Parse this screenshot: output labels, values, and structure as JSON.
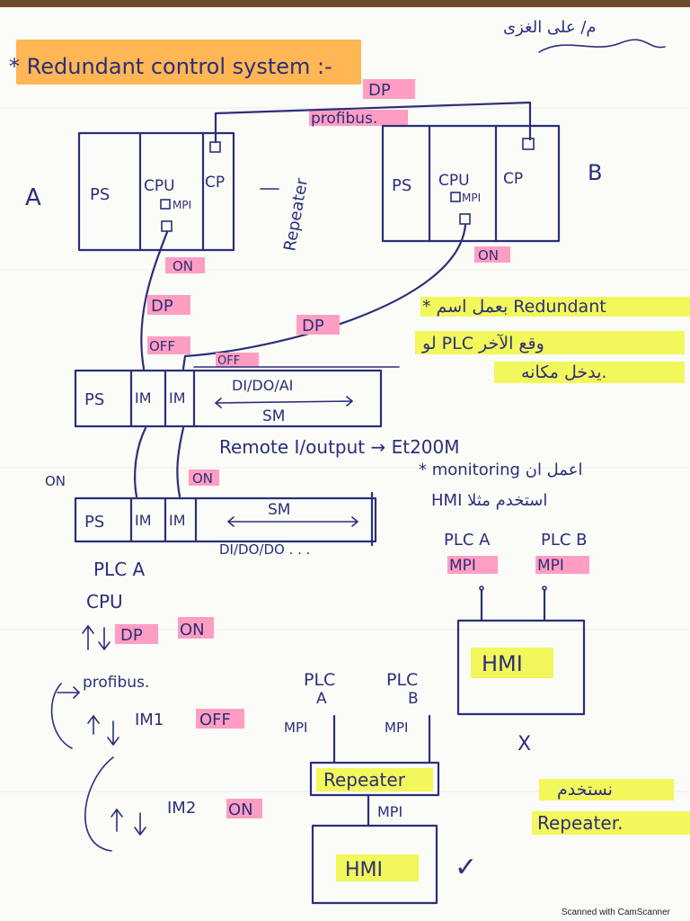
{
  "signature": "م/ على الغزى",
  "title": "* Redundant control system :-",
  "plc_a": {
    "side_label": "A",
    "ps": "PS",
    "cpu": "CPU",
    "cpu_port": "MPI",
    "cp": "CP",
    "status": "ON"
  },
  "plc_b": {
    "side_label": "B",
    "ps": "PS",
    "cpu": "CPU",
    "cpu_port": "MPI",
    "cp": "CP",
    "status": "ON"
  },
  "profibus_link": {
    "tag": "DP",
    "label": "profibus."
  },
  "repeater_vertical": "Repeater",
  "links": {
    "dp_left": "DP",
    "dp_right": "DP",
    "off_left": "OFF",
    "off_right": "OFF",
    "on_mid": "ON",
    "on_left": "ON"
  },
  "rack1": {
    "ps": "PS",
    "im1": "IM",
    "im2": "IM",
    "sm_label": "DI/DO/AI",
    "sm": "SM"
  },
  "rack2": {
    "ps": "PS",
    "im1": "IM",
    "im2": "IM",
    "sm": "SM",
    "under": "DI/DO/DO . . ."
  },
  "remote_io": "Remote I/output → Et200M",
  "note1": {
    "line1": "* بعمل اسم Redundant",
    "line2": "لو PLC وقع الآخر",
    "line3": "يدخل مكانه."
  },
  "note2": {
    "line1": "* monitoring اعمل ان",
    "line2": "HMI استخدم مثلا"
  },
  "hmi_top": {
    "plc_a": "PLC A",
    "plc_b": "PLC B",
    "mpi_a": "MPI",
    "mpi_b": "MPI",
    "hmi": "HMI",
    "mark": "X"
  },
  "sequence": {
    "head1": "PLC A",
    "head2": "CPU",
    "dp": "DP",
    "dp_state": "ON",
    "bus": "profibus.",
    "im1": "IM1",
    "im1_state": "OFF",
    "im2": "IM2",
    "im2_state": "ON"
  },
  "hmi_bottom": {
    "plc_a": "PLC",
    "plc_a_sub": "A",
    "plc_b": "PLC",
    "plc_b_sub": "B",
    "mpi_a": "MPI",
    "mpi_b": "MPI",
    "repeater": "Repeater",
    "mpi_link": "MPI",
    "hmi": "HMI",
    "mark": "✓"
  },
  "note3": {
    "line1": "نستخدم",
    "line2": "Repeater."
  },
  "footer": "Scanned with CamScanner"
}
